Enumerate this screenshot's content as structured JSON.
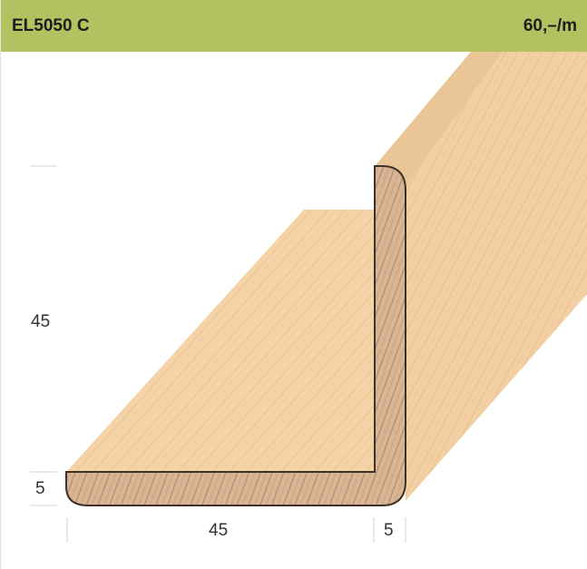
{
  "product": {
    "code": "EL5050 C",
    "price": "60,–/m"
  },
  "dimensions": {
    "height": "45",
    "thickness_left": "5",
    "width": "45",
    "thickness_bottom": "5"
  },
  "colors": {
    "header_background": "#b4c160",
    "wood_face": "#f3d1a3",
    "wood_edge": "#d8b290",
    "outline": "#4a3a30"
  }
}
